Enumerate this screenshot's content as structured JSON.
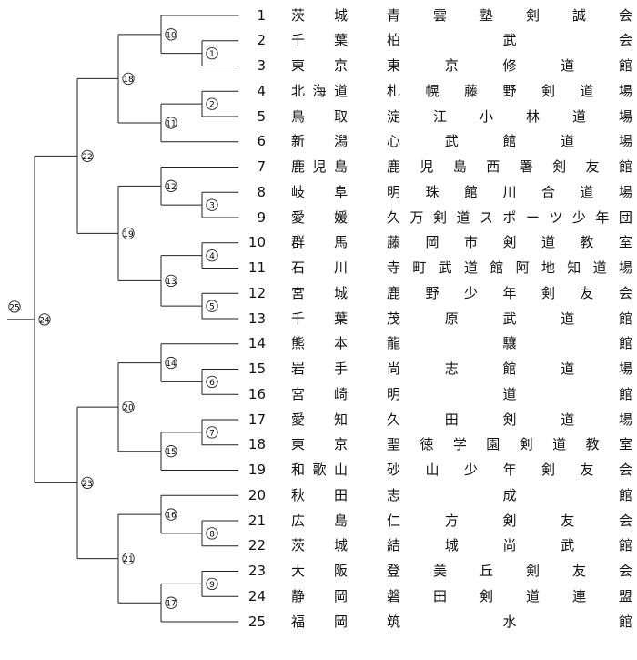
{
  "entries": [
    {
      "no": "1",
      "pref": "茨城",
      "club": "青雲塾剣誠会"
    },
    {
      "no": "2",
      "pref": "千葉",
      "club": "柏武会"
    },
    {
      "no": "3",
      "pref": "東京",
      "club": "東京修道館"
    },
    {
      "no": "4",
      "pref": "北海道",
      "club": "札幌藤野剣道場"
    },
    {
      "no": "5",
      "pref": "鳥取",
      "club": "淀江小林道場"
    },
    {
      "no": "6",
      "pref": "新潟",
      "club": "心武館道場"
    },
    {
      "no": "7",
      "pref": "鹿児島",
      "club": "鹿児島西署剣友館"
    },
    {
      "no": "8",
      "pref": "岐阜",
      "club": "明珠館川合道場"
    },
    {
      "no": "9",
      "pref": "愛媛",
      "club": "久万剣道スポーツ少年団"
    },
    {
      "no": "10",
      "pref": "群馬",
      "club": "藤岡市剣道教室"
    },
    {
      "no": "11",
      "pref": "石川",
      "club": "寺町武道館阿地知道場"
    },
    {
      "no": "12",
      "pref": "宮城",
      "club": "鹿野少年剣友会"
    },
    {
      "no": "13",
      "pref": "千葉",
      "club": "茂原武道館"
    },
    {
      "no": "14",
      "pref": "熊本",
      "club": "龍驤館"
    },
    {
      "no": "15",
      "pref": "岩手",
      "club": "尚志館道場"
    },
    {
      "no": "16",
      "pref": "宮崎",
      "club": "明道館"
    },
    {
      "no": "17",
      "pref": "愛知",
      "club": "久田剣道場"
    },
    {
      "no": "18",
      "pref": "東京",
      "club": "聖徳学園剣道教室"
    },
    {
      "no": "19",
      "pref": "和歌山",
      "club": "砂山少年剣友会"
    },
    {
      "no": "20",
      "pref": "秋田",
      "club": "志成館"
    },
    {
      "no": "21",
      "pref": "広島",
      "club": "仁方剣友会"
    },
    {
      "no": "22",
      "pref": "茨城",
      "club": "結城尚武館"
    },
    {
      "no": "23",
      "pref": "大阪",
      "club": "登美丘剣友会"
    },
    {
      "no": "24",
      "pref": "静岡",
      "club": "磐田剣道連盟"
    },
    {
      "no": "25",
      "pref": "福岡",
      "club": "筑水館"
    }
  ],
  "matches": [
    {
      "label": "①"
    },
    {
      "label": "②"
    },
    {
      "label": "③"
    },
    {
      "label": "④"
    },
    {
      "label": "⑤"
    },
    {
      "label": "⑥"
    },
    {
      "label": "⑦"
    },
    {
      "label": "⑧"
    },
    {
      "label": "⑨"
    },
    {
      "label": "⑩"
    },
    {
      "label": "⑪"
    },
    {
      "label": "⑫"
    },
    {
      "label": "⑬"
    },
    {
      "label": "⑭"
    },
    {
      "label": "⑮"
    },
    {
      "label": "⑯"
    },
    {
      "label": "⑰"
    },
    {
      "label": "⑱"
    },
    {
      "label": "⑲"
    },
    {
      "label": "⑳"
    },
    {
      "label": "㉑"
    },
    {
      "label": "㉒"
    },
    {
      "label": "㉓"
    },
    {
      "label": "㉔"
    },
    {
      "label": "㉕"
    }
  ]
}
